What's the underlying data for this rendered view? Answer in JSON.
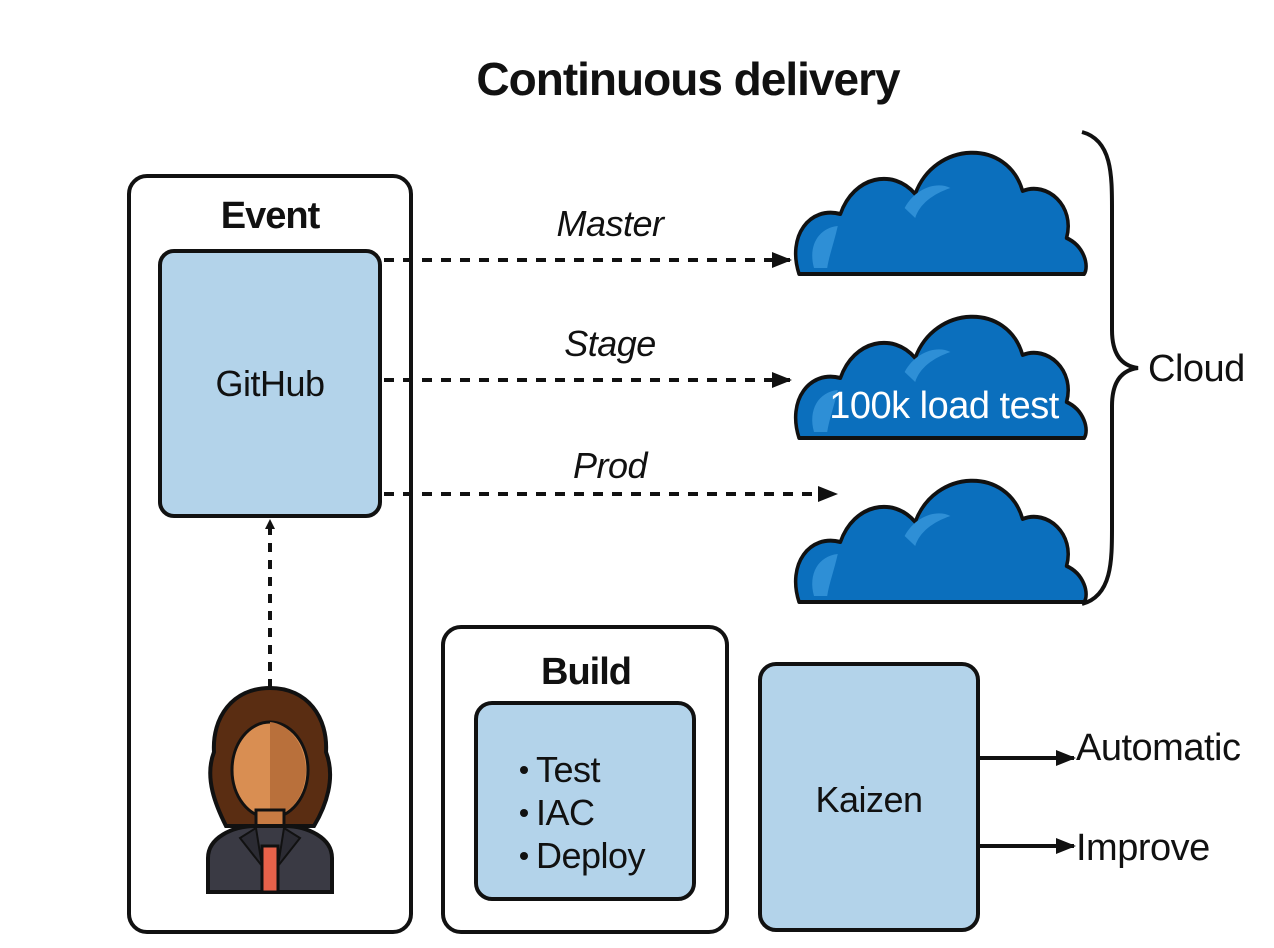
{
  "title": "Continuous delivery",
  "event": {
    "heading": "Event",
    "source_label": "GitHub"
  },
  "branches": [
    {
      "label": "Master",
      "cloud_label": ""
    },
    {
      "label": "Stage",
      "cloud_label": "100k load test"
    },
    {
      "label": "Prod",
      "cloud_label": ""
    }
  ],
  "cloud_group_label": "Cloud",
  "build": {
    "heading": "Build",
    "steps": [
      "Test",
      "IAC",
      "Deploy"
    ]
  },
  "kaizen": {
    "label": "Kaizen",
    "outputs": [
      "Automatic",
      "Improve"
    ]
  },
  "colors": {
    "box_fill": "#b3d3ea",
    "cloud_fill": "#0b6fbd",
    "cloud_highlight": "#2e8fd6",
    "stroke": "#111111"
  }
}
